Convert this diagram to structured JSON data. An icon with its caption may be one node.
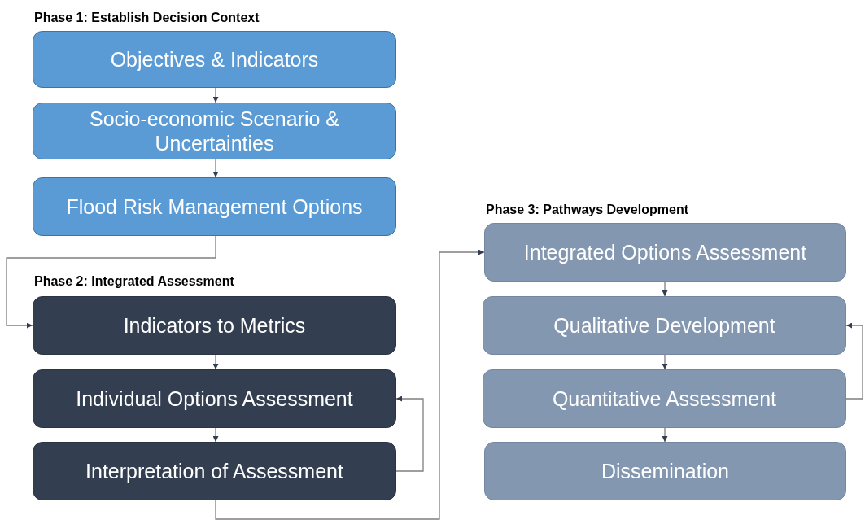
{
  "diagram": {
    "nodes": [
      {
        "text": [
          "Objectives & Indicators"
        ]
      },
      {
        "text": [
          "Socio-economic Scenario & Uncertainties"
        ]
      },
      {
        "text": [
          "Flood Risk Management Options"
        ]
      },
      {
        "text": [
          "Indicators to Metrics"
        ]
      },
      {
        "text": [
          "Individual Options Assessment"
        ]
      },
      {
        "text": [
          "Interpretation of Assessment"
        ]
      },
      {
        "text": [
          "Integrated Options Assessment"
        ]
      },
      {
        "text": [
          "Qualitative Development"
        ]
      },
      {
        "text": [
          "Quantitative Assessment"
        ]
      },
      {
        "text": [
          "Dissemination"
        ]
      }
    ],
    "edges": [
      {
        "from": 0,
        "to": 1,
        "arrow": "to"
      },
      {
        "from": 1,
        "to": 2,
        "arrow": "to"
      },
      {
        "from": 2,
        "to": 3,
        "arrow": "to"
      },
      {
        "from": 3,
        "to": 4,
        "arrow": "to"
      },
      {
        "from": 4,
        "to": 5,
        "arrow": "to"
      },
      {
        "from": 5,
        "to": 4,
        "arrow": "to"
      },
      {
        "from": 5,
        "to": 6,
        "arrow": "to"
      },
      {
        "from": 6,
        "to": 7,
        "arrow": "to"
      },
      {
        "from": 7,
        "to": 8,
        "arrow": "to"
      },
      {
        "from": 8,
        "to": 9,
        "arrow": "to"
      },
      {
        "from": 8,
        "to": 7,
        "arrow": "to"
      }
    ],
    "labels": [
      "Phase 1: Establish Decision Context",
      "Phase 2: Integrated Assessment",
      "Phase 3: Pathways Development"
    ]
  }
}
